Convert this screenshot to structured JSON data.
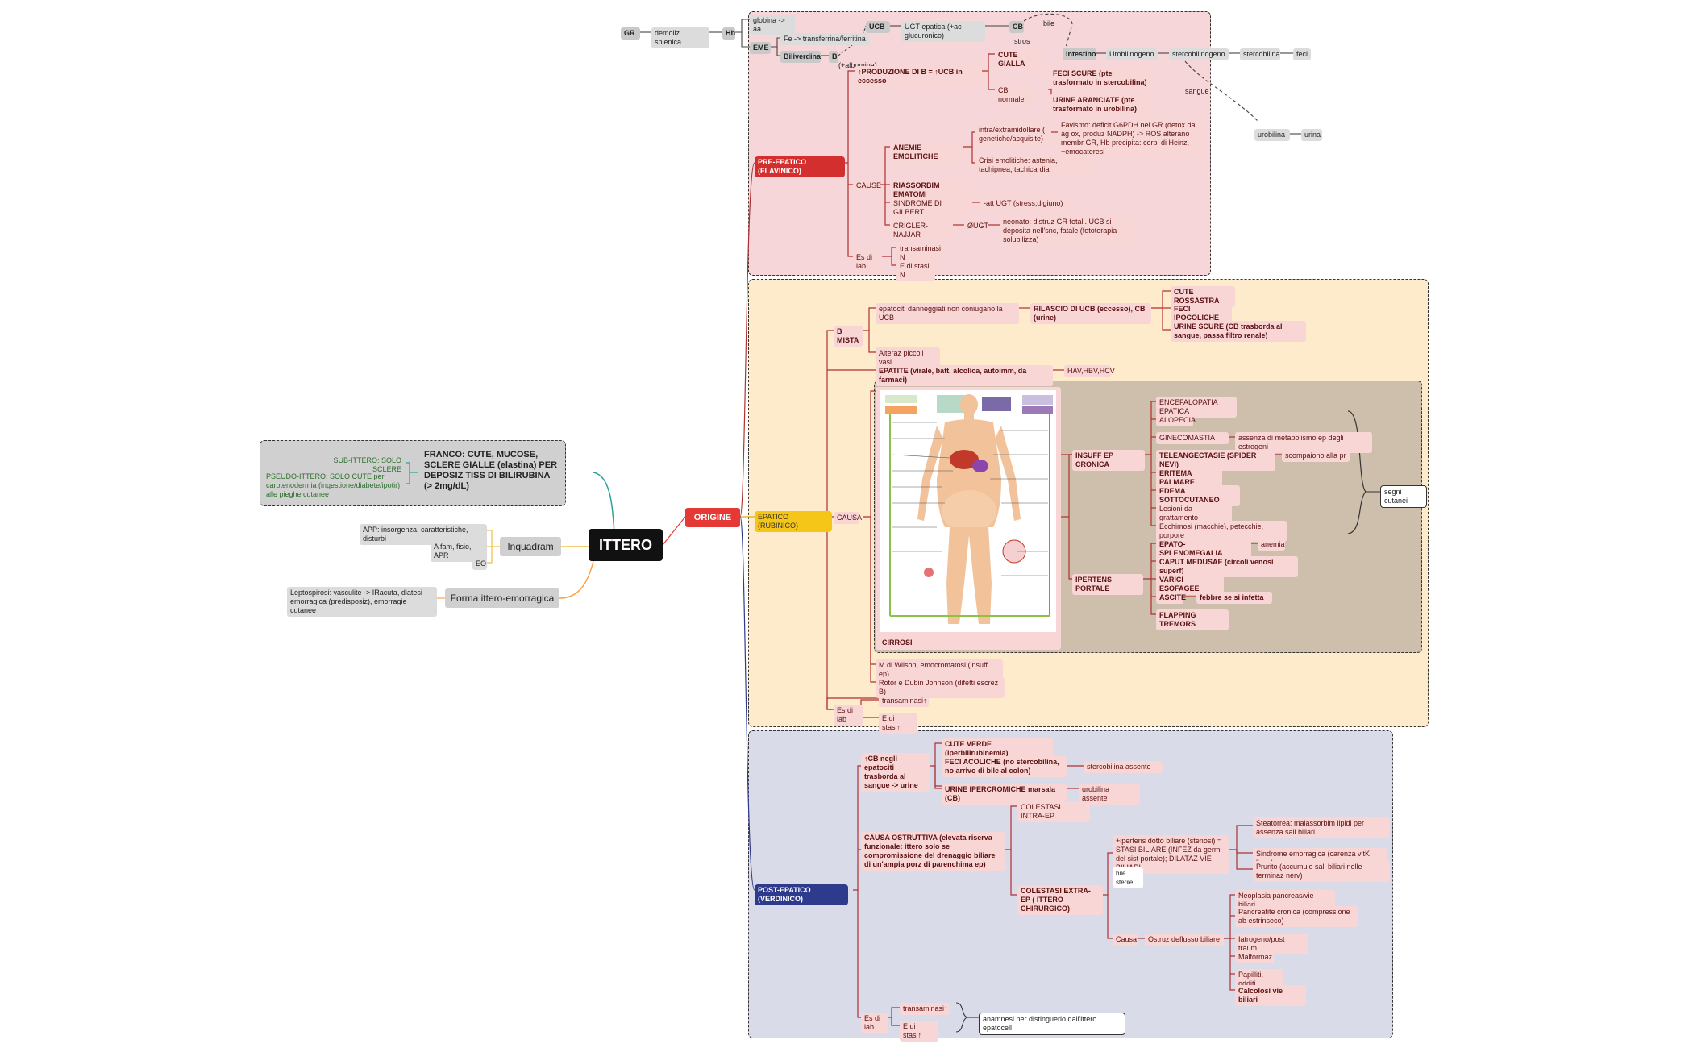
{
  "root": {
    "title": "ITTERO"
  },
  "left": {
    "definition": "FRANCO: CUTE, MUCOSE, SCLERE GIALLE (elastina) PER DEPOSIZ TISS DI BILIRUBINA (> 2mg/dL)",
    "sub_ittero": "SUB-ITTERO: SOLO SCLERE",
    "pseudo_ittero": "PSEUDO-ITTERO: SOLO CUTE per carotenodermia (ingestione/diabete/ipotir) alle pieghe cutanee",
    "inquadram": "Inquadram",
    "app": "APP: insorgenza, caratteristiche, disturbi",
    "afam": "A fam, fisio, APR",
    "eo": "EO",
    "forma": "Forma ittero-emorragica",
    "leptospirosi": "Leptospirosi: vasculite -> IRacuta, diatesi emorragica (predisposiz), emorragie cutanee"
  },
  "origine": "ORIGINE",
  "metabolism": {
    "gr": "GR",
    "demoliz": "demoliz splenica",
    "hb": "Hb",
    "globina": "globina -> aa",
    "eme": "EME",
    "fe": "Fe -> transferrina/ferritina",
    "biliverdina": "Biliverdina",
    "b": "B",
    "albumina": "(+albumina)",
    "ucb": "UCB",
    "ugt": "UGT epatica (+ac glucuronico)",
    "cb": "CB",
    "bile": "bile",
    "stros": "stros",
    "intestino": "Intestino",
    "urobilinogeno": "Urobilinogeno",
    "stercobilinogeno": "stercobilinogeno",
    "stercobilina": "stercobilina",
    "feci": "feci",
    "sangue": "sangue",
    "urobilina": "urobilina",
    "urina": "urina"
  },
  "pre": {
    "label": "PRE-EPATICO (FLAVINICO)",
    "produzione": "↑PRODUZIONE DI B = ↑UCB in eccesso",
    "cute_gialla": "CUTE GIALLA",
    "cb_normale": "CB normale",
    "feci_scure": "FECI SCURE (pte trasformato in stercobilina)",
    "urine_arancio": "URINE ARANCIATE (pte trasformato in urobilina)",
    "cause": "CAUSE",
    "anemie": "ANEMIE EMOLITICHE",
    "intra": "intra/extramidollare ( genetiche/acquisite)",
    "favismo": "Favismo: deficit G6PDH nel GR (detox da ag ox, produz NADPH) -> ROS alterano membr GR, Hb precipita: corpi di Heinz, +emocateresi",
    "crisi": "Crisi emolitiche: astenia, tachipnea, tachicardia",
    "riassorbim": "RIASSORBIM EMATOMI",
    "gilbert": "SINDROME DI GILBERT",
    "gilbert_d": "-att UGT (stress,digiuno)",
    "crigler": "CRIGLER-NAJJAR",
    "crigler_ugt": "ØUGT",
    "crigler_d": "neonato: distruz GR fetali. UCB si deposita nell'snc, fatale (fototerapia solubilizza)",
    "esdilab": "Es di lab",
    "lab1": "transaminasi N",
    "lab2": "E di stasi N"
  },
  "epatico": {
    "label": "EPATICO (RUBINICO)",
    "causa": "CAUSA",
    "bmista": "B MISTA",
    "epatociti": "epatociti danneggiati non coniugano la UCB",
    "rilascio": "RILASCIO DI UCB (eccesso), CB (urine)",
    "cute_rossastra": "CUTE ROSSASTRA",
    "feci_ipocoliche": "FECI IPOCOLICHE",
    "urine_scure": "URINE SCURE (CB trasborda al sangue, passa filtro renale)",
    "alteraz": "Alteraz piccoli vasi",
    "epatite": "EPATITE (virale, batt, alcolica, autoimm, da farmaci)",
    "hav": "HAV,HBV,HCV",
    "cirrosi": "CIRROSI",
    "insuff": "INSUFF EP CRONICA",
    "encefalo": "ENCEFALOPATIA EPATICA",
    "alopecia": "ALOPECIA",
    "ginecomastia": "GINECOMASTIA",
    "ginecomastia_d": "assenza di metabolismo ep degli estrogeni",
    "teleangectasie": "TELEANGECTASIE (SPIDER NEVI)",
    "teleang_d": "scompaiono alla pr",
    "eritema": "ERITEMA PALMARE",
    "edema": "EDEMA SOTTOCUTANEO",
    "lesioni": "Lesioni da grattamento",
    "ecchimosi": "Ecchimosi (macchie), petecchie, porpore",
    "segni": "segni cutanei",
    "ipertens": "IPERTENS PORTALE",
    "epato": "EPATO-SPLENOMEGALIA",
    "anemia": "anemia",
    "caput": "CAPUT MEDUSAE (circoli venosi superf)",
    "varici": "VARICI ESOFAGEE",
    "ascite": "ASCITE",
    "febbre": "febbre se si infetta",
    "flapping": "FLAPPING TREMORS",
    "wilson": "M di Wilson, emocromatosi (insuff ep)",
    "rotor": "Rotor e Dubin Johnson (difetti escrez B)",
    "esdilab": "Es di lab",
    "lab1": "transaminasi↑",
    "lab2": "E di stasi↑"
  },
  "post": {
    "label": "POST-EPATICO (VERDINICO)",
    "cb_negli": "↑CB negli epatociti trasborda al sangue -> urine",
    "cute_verde": "CUTE VERDE (iperbilirubinemia)",
    "feci_acoliche": "FECI ACOLICHE (no stercobilina, no arrivo di bile al colon)",
    "sterco_assente": "stercobilina assente",
    "urine_iper": "URINE IPERCROMICHE marsala (CB)",
    "urob_assente": "urobilina assente",
    "causa_ostr": "CAUSA OSTRUTTIVA (elevata riserva funzionale: ittero solo se compromissione del drenaggio biliare di un'ampia porz di parenchima ep)",
    "colestasi_intra": "COLESTASI INTRA-EP",
    "colestasi_extra": "COLESTASI EXTRA-EP ( ITTERO CHIRURGICO)",
    "ipertens_dotto": "+ipertens dotto biliare (stenosi) = STASI BILIARE (INFEZ da germi del sist portale); DILATAZ VIE BILIARI",
    "bile_sterile": "bile sterile",
    "steatorrea": "Steatorrea: malassorbim lipidi per assenza sali biliari",
    "sindrome_emorr": "Sindrome emorragica (carenza vitK lipos)",
    "prurito": "Prurito (accumulo sali biliari nelle terminaz nerv)",
    "causa": "Causa",
    "ostruz": "Ostruz deflusso biliare",
    "neoplasia": "Neoplasia pancreas/vie biliari",
    "pancreatite": "Pancreatite cronica (compressione ab estrinseco)",
    "iatrogeno": "Iatrogeno/post traum",
    "malformaz": "Malformaz",
    "papilliti": "Papilliti, odditi",
    "calcolosi": "Calcolosi vie biliari",
    "esdilab": "Es di lab",
    "lab1": "transaminasi↑",
    "lab2": "E di stasi↑",
    "anamnesi": "anamnesi per distinguerlo dall'ittero epatocell"
  },
  "colors": {
    "pre_region": "#f6d6d8",
    "epatico_region": "#fdebcb",
    "post_region": "#d9dbe9",
    "cirrosi_region": "#cdbfab",
    "pre_badge": "#d32f2f",
    "epatico_badge": "#f5c518",
    "post_badge": "#2e3a8c",
    "origine_badge": "#e53935",
    "root": "#111111"
  }
}
